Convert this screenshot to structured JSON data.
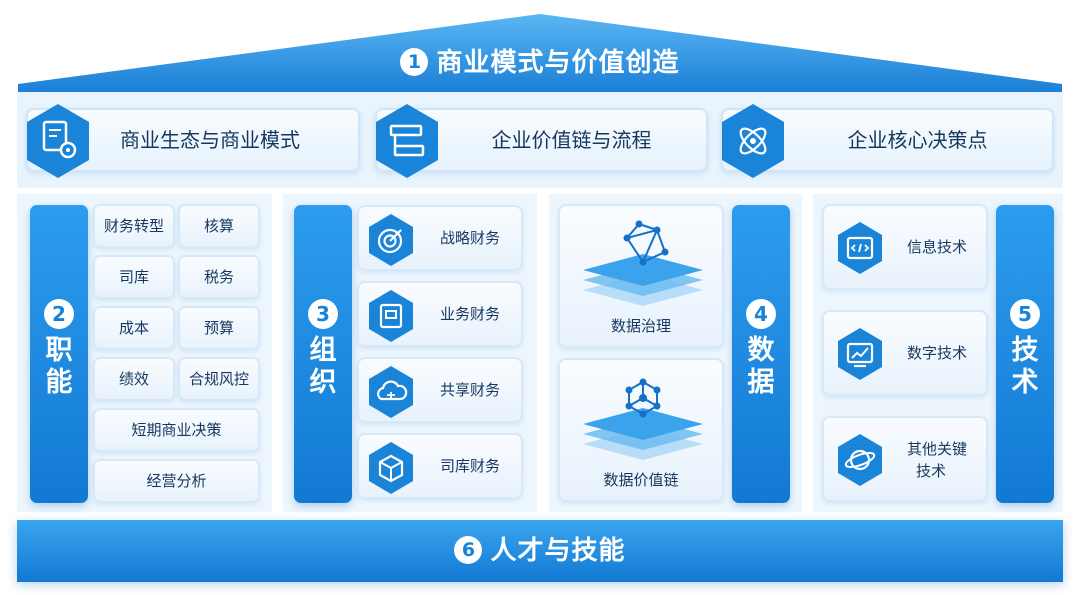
{
  "roof": {
    "num": "1",
    "title": "商业模式与价值创造"
  },
  "top_row": [
    {
      "label": "商业生态与商业模式",
      "icon": "receipt-gear-icon"
    },
    {
      "label": "企业价值链与流程",
      "icon": "flow-icon"
    },
    {
      "label": "企业核心决策点",
      "icon": "atom-icon"
    }
  ],
  "functions": {
    "num": "2",
    "title": "职能",
    "items": [
      "财务转型",
      "核算",
      "司库",
      "税务",
      "成本",
      "预算",
      "绩效",
      "合规风控",
      "短期商业决策",
      "经营分析"
    ]
  },
  "organization": {
    "num": "3",
    "title": "组织",
    "items": [
      {
        "label": "战略财务",
        "icon": "target-icon"
      },
      {
        "label": "业务财务",
        "icon": "document-icon"
      },
      {
        "label": "共享财务",
        "icon": "cloud-icon"
      },
      {
        "label": "司库财务",
        "icon": "box-icon"
      }
    ]
  },
  "data_pillar": {
    "num": "4",
    "title": "数据",
    "items": [
      {
        "label": "数据治理",
        "icon": "network-layers-icon"
      },
      {
        "label": "数据价值链",
        "icon": "molecule-layers-icon"
      }
    ]
  },
  "technology": {
    "num": "5",
    "title": "技术",
    "items": [
      {
        "label": "信息技术",
        "icon": "code-window-icon"
      },
      {
        "label": "数字技术",
        "icon": "chart-monitor-icon"
      },
      {
        "label": "其他关键技术",
        "line1": "其他关键",
        "line2": "技术",
        "icon": "planet-icon"
      }
    ]
  },
  "foundation": {
    "num": "6",
    "title": "人才与技能"
  },
  "colors": {
    "primary": "#1783d8",
    "light_panel": "#edf6fd",
    "dark_text": "#17375e"
  }
}
